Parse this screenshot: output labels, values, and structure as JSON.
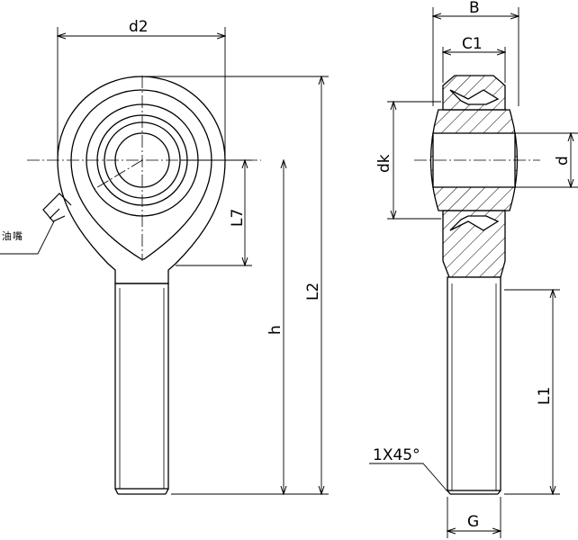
{
  "drawing": {
    "left_view": {
      "d2": "d2",
      "L7": "L7",
      "h": "h",
      "L2": "L2",
      "grease_label_chars": [
        "油",
        "嘴"
      ]
    },
    "right_view": {
      "B": "B",
      "C1": "C1",
      "dk": "dk",
      "d": "d",
      "L1": "L1",
      "G": "G",
      "chamfer": "1X45°"
    }
  }
}
